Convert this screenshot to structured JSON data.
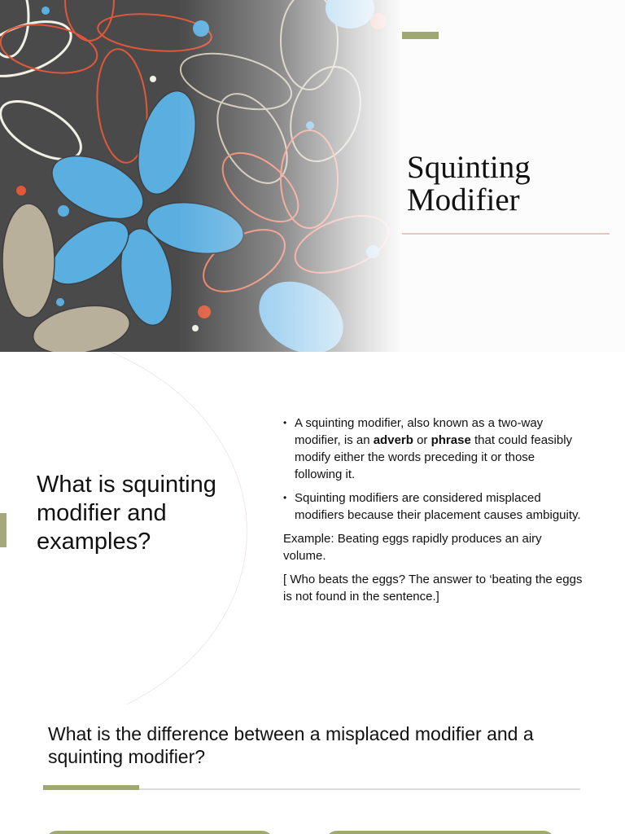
{
  "slide1": {
    "title_line1": "Squinting",
    "title_line2": "Modifier",
    "colors": {
      "accent": "#a0a872",
      "rule": "#e3c6bd",
      "art_bg": "#4a4a4a",
      "flower_blue": "#5aaee0",
      "flower_orange": "#e0583a",
      "flower_cream": "#f1f0e6",
      "flower_taupe": "#b8b09a"
    }
  },
  "slide2": {
    "heading": "What is squinting modifier and examples?",
    "bullets": [
      {
        "pre": "A squinting modifier, also known as a two-way modifier, is an ",
        "b1": "adverb",
        "mid": " or ",
        "b2": "phrase",
        "post": " that could feasibly modify either the words preceding it or those following it."
      },
      {
        "text": "Squinting modifiers are considered misplaced modifiers because their placement causes ambiguity."
      }
    ],
    "example": "Example: Beating eggs rapidly produces an airy volume.",
    "note": "[ Who beats the eggs? The answer to ‘beating the eggs is not found in the sentence.]"
  },
  "slide3": {
    "heading": "What is the difference between a misplaced modifier and a squinting modifier?"
  }
}
